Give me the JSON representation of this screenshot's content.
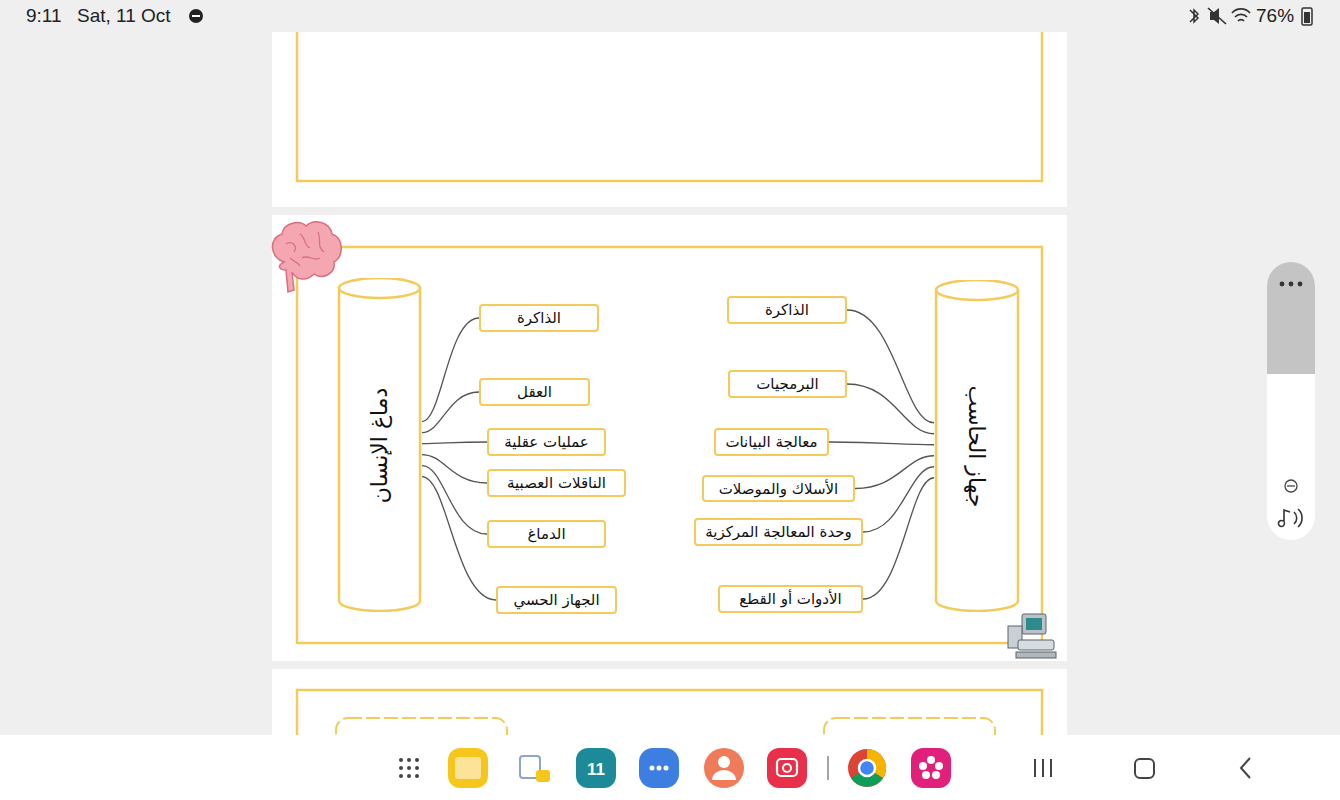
{
  "diagram": {
    "nodes": [
      {
        "text": [
          "جهاز الحاسب"
        ]
      },
      {
        "text": [
          "الذاكرة"
        ]
      },
      {
        "text": [
          "البرمجيات"
        ]
      },
      {
        "text": [
          "معالجة البيانات"
        ]
      },
      {
        "text": [
          "الأسلاك والموصلات"
        ]
      },
      {
        "text": [
          "وحدة المعالجة المركزية"
        ]
      },
      {
        "text": [
          "الأدوات أو القطع"
        ]
      },
      {
        "text": [
          "دماغ الإنسان"
        ]
      },
      {
        "text": [
          "الذاكرة"
        ]
      },
      {
        "text": [
          "العقل"
        ]
      },
      {
        "text": [
          "عمليات عقلية"
        ]
      },
      {
        "text": [
          "الناقلات العصبية"
        ]
      },
      {
        "text": [
          "الدماغ"
        ]
      },
      {
        "text": [
          "الجهاز الحسي"
        ]
      }
    ],
    "edges": [
      {
        "from": 0,
        "to": 1,
        "arrow": "none"
      },
      {
        "from": 0,
        "to": 2,
        "arrow": "none"
      },
      {
        "from": 0,
        "to": 3,
        "arrow": "none"
      },
      {
        "from": 0,
        "to": 4,
        "arrow": "none"
      },
      {
        "from": 0,
        "to": 5,
        "arrow": "none"
      },
      {
        "from": 0,
        "to": 6,
        "arrow": "none"
      },
      {
        "from": 7,
        "to": 8,
        "arrow": "none"
      },
      {
        "from": 7,
        "to": 9,
        "arrow": "none"
      },
      {
        "from": 7,
        "to": 10,
        "arrow": "none"
      },
      {
        "from": 7,
        "to": 11,
        "arrow": "none"
      },
      {
        "from": 7,
        "to": 12,
        "arrow": "none"
      },
      {
        "from": 7,
        "to": 13,
        "arrow": "none"
      }
    ],
    "labels": [
      "9:11",
      "Sat, 11 Oct",
      "76%",
      "11"
    ]
  }
}
